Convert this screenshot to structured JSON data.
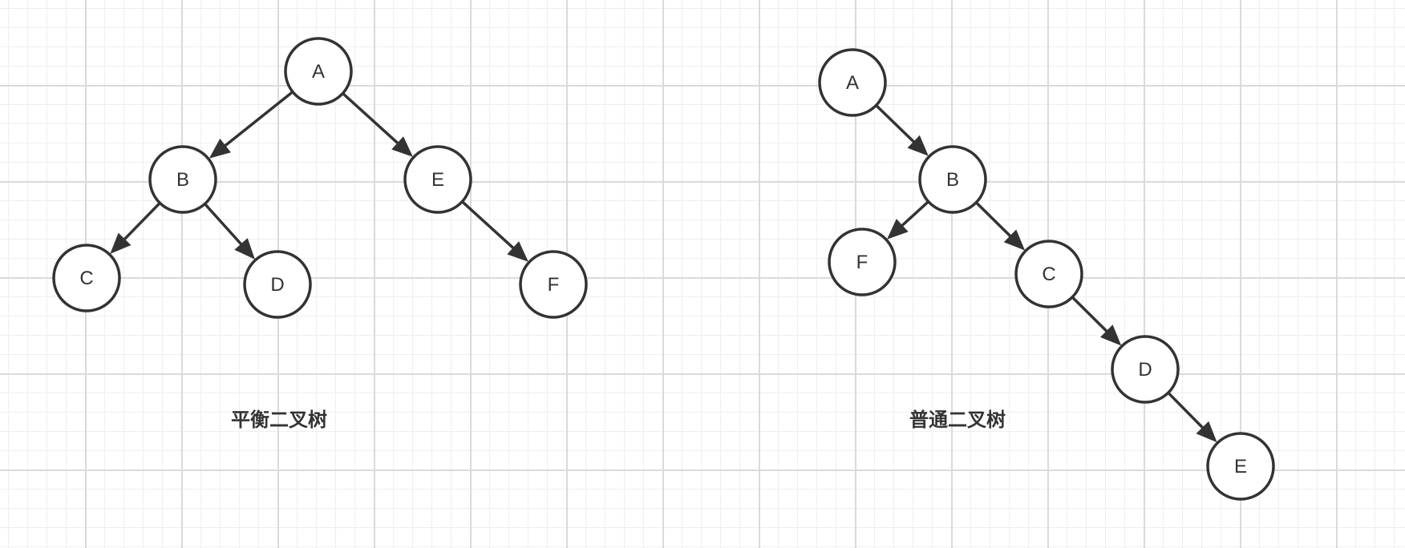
{
  "colors": {
    "stroke": "#333333",
    "node_fill": "#ffffff",
    "grid_major": "#dadada",
    "grid_minor": "#efefef",
    "background": "#ffffff"
  },
  "trees": [
    {
      "id": "balanced",
      "caption": "平衡二叉树",
      "nodes": [
        {
          "id": "A",
          "label": "A"
        },
        {
          "id": "B",
          "label": "B"
        },
        {
          "id": "E",
          "label": "E"
        },
        {
          "id": "C",
          "label": "C"
        },
        {
          "id": "D",
          "label": "D"
        },
        {
          "id": "F",
          "label": "F"
        }
      ],
      "edges": [
        {
          "from": "A",
          "to": "B"
        },
        {
          "from": "A",
          "to": "E"
        },
        {
          "from": "B",
          "to": "C"
        },
        {
          "from": "B",
          "to": "D"
        },
        {
          "from": "E",
          "to": "F"
        }
      ]
    },
    {
      "id": "ordinary",
      "caption": "普通二叉树",
      "nodes": [
        {
          "id": "A",
          "label": "A"
        },
        {
          "id": "B",
          "label": "B"
        },
        {
          "id": "F",
          "label": "F"
        },
        {
          "id": "C",
          "label": "C"
        },
        {
          "id": "D",
          "label": "D"
        },
        {
          "id": "E",
          "label": "E"
        }
      ],
      "edges": [
        {
          "from": "A",
          "to": "B"
        },
        {
          "from": "B",
          "to": "F"
        },
        {
          "from": "B",
          "to": "C"
        },
        {
          "from": "C",
          "to": "D"
        },
        {
          "from": "D",
          "to": "E"
        }
      ]
    }
  ]
}
